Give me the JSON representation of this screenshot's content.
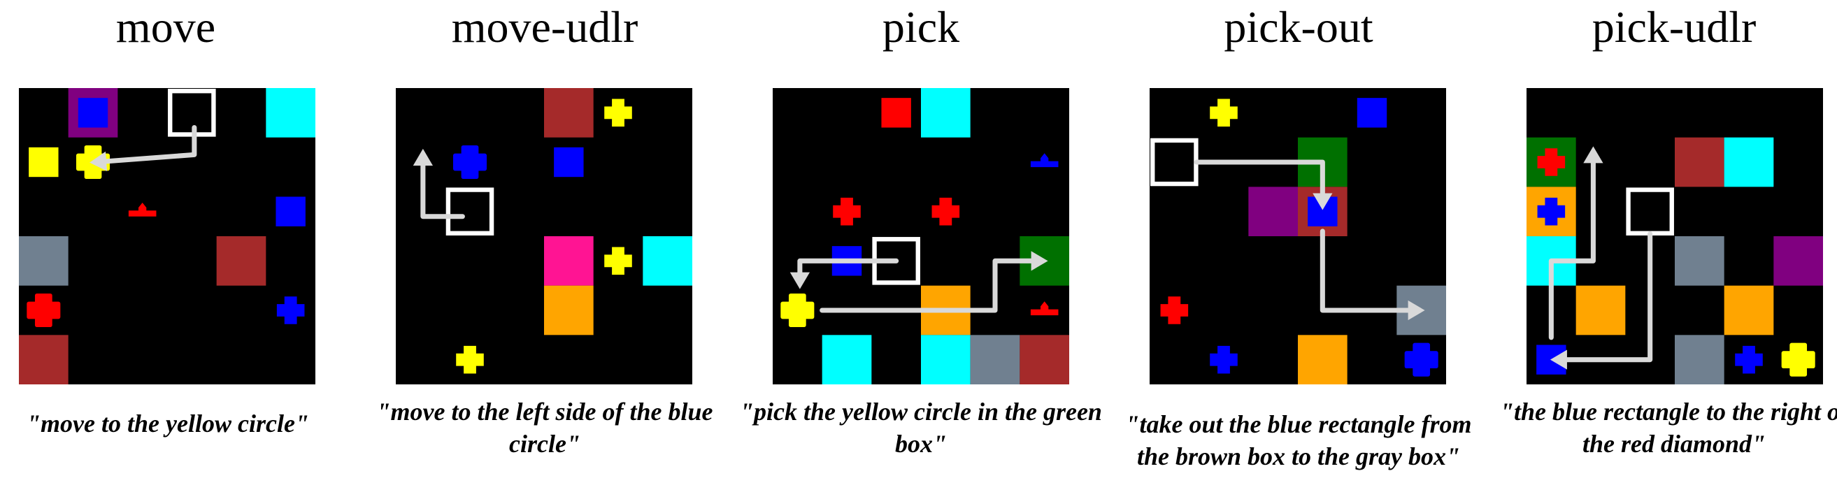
{
  "colors": {
    "background": "#000000",
    "red": "#ff0000",
    "blue": "#0000ff",
    "yellow": "#ffff00",
    "cyan": "#00ffff",
    "purple": "#800080",
    "brown": "#a52a2a",
    "gray": "#708090",
    "pink": "#ff1493",
    "orange": "#ffa500",
    "green": "#007000",
    "agent": "#ffffff",
    "path": "#d9d9d9"
  },
  "tasks": [
    {
      "title": "move",
      "caption": "\"move to the yellow circle\"",
      "cells": [
        {
          "r": 0,
          "c": 1,
          "s": "rect",
          "col": "purple"
        },
        {
          "r": 0,
          "c": 1,
          "s": "rect",
          "col": "blue",
          "size": "small"
        },
        {
          "r": 0,
          "c": 5,
          "s": "rect",
          "col": "cyan"
        },
        {
          "r": 1,
          "c": 0,
          "s": "rect",
          "col": "yellow",
          "size": "small"
        },
        {
          "r": 1,
          "c": 1,
          "s": "circle",
          "col": "yellow"
        },
        {
          "r": 2,
          "c": 2,
          "s": "triangle",
          "col": "red"
        },
        {
          "r": 2,
          "c": 5,
          "s": "rect",
          "col": "blue",
          "size": "small"
        },
        {
          "r": 3,
          "c": 0,
          "s": "rect",
          "col": "gray"
        },
        {
          "r": 3,
          "c": 4,
          "s": "rect",
          "col": "brown"
        },
        {
          "r": 4,
          "c": 0,
          "s": "circle",
          "col": "red"
        },
        {
          "r": 4,
          "c": 5,
          "s": "diamond",
          "col": "blue"
        },
        {
          "r": 5,
          "c": 0,
          "s": "rect",
          "col": "brown"
        }
      ],
      "agent": {
        "r": 0,
        "c": 3
      },
      "path": [
        [
          3.55,
          0.8
        ],
        [
          3.55,
          1.35
        ],
        [
          1.55,
          1.5
        ]
      ]
    },
    {
      "title": "move-udlr",
      "caption": "\"move to the left side of the blue circle\"",
      "cells": [
        {
          "r": 0,
          "c": 3,
          "s": "rect",
          "col": "brown"
        },
        {
          "r": 0,
          "c": 4,
          "s": "diamond",
          "col": "yellow"
        },
        {
          "r": 1,
          "c": 1,
          "s": "circle",
          "col": "blue"
        },
        {
          "r": 1,
          "c": 3,
          "s": "rect",
          "col": "blue",
          "size": "small"
        },
        {
          "r": 3,
          "c": 3,
          "s": "rect",
          "col": "pink"
        },
        {
          "r": 3,
          "c": 4,
          "s": "diamond",
          "col": "yellow"
        },
        {
          "r": 3,
          "c": 5,
          "s": "rect",
          "col": "cyan"
        },
        {
          "r": 4,
          "c": 3,
          "s": "rect",
          "col": "orange"
        },
        {
          "r": 5,
          "c": 1,
          "s": "diamond",
          "col": "yellow"
        }
      ],
      "agent": {
        "r": 2,
        "c": 1
      },
      "path": [
        [
          1.35,
          2.6
        ],
        [
          0.55,
          2.6
        ],
        [
          0.55,
          1.35
        ]
      ]
    },
    {
      "title": "pick",
      "caption": "\"pick the yellow circle in the green box\"",
      "cells": [
        {
          "r": 0,
          "c": 2,
          "s": "rect",
          "col": "red",
          "size": "small"
        },
        {
          "r": 0,
          "c": 3,
          "s": "rect",
          "col": "cyan"
        },
        {
          "r": 1,
          "c": 5,
          "s": "triangle",
          "col": "blue"
        },
        {
          "r": 2,
          "c": 1,
          "s": "diamond",
          "col": "red"
        },
        {
          "r": 2,
          "c": 3,
          "s": "diamond",
          "col": "red"
        },
        {
          "r": 3,
          "c": 1,
          "s": "rect",
          "col": "blue",
          "size": "small"
        },
        {
          "r": 3,
          "c": 5,
          "s": "rect",
          "col": "green"
        },
        {
          "r": 4,
          "c": 0,
          "s": "circle",
          "col": "yellow"
        },
        {
          "r": 4,
          "c": 3,
          "s": "rect",
          "col": "orange"
        },
        {
          "r": 4,
          "c": 5,
          "s": "triangle",
          "col": "red"
        },
        {
          "r": 5,
          "c": 1,
          "s": "rect",
          "col": "cyan"
        },
        {
          "r": 5,
          "c": 3,
          "s": "rect",
          "col": "cyan"
        },
        {
          "r": 5,
          "c": 4,
          "s": "rect",
          "col": "gray"
        },
        {
          "r": 5,
          "c": 5,
          "s": "rect",
          "col": "brown"
        }
      ],
      "agent": {
        "r": 3,
        "c": 2
      },
      "path": [
        [
          2.5,
          3.5
        ],
        [
          0.55,
          3.5
        ],
        [
          0.55,
          3.95
        ]
      ],
      "path2": [
        [
          1.0,
          4.5
        ],
        [
          4.5,
          4.5
        ],
        [
          4.5,
          3.5
        ],
        [
          5.45,
          3.5
        ]
      ]
    },
    {
      "title": "pick-out",
      "caption": "\"take out the blue rectangle from the brown box to the gray box\"",
      "cells": [
        {
          "r": 0,
          "c": 1,
          "s": "diamond",
          "col": "yellow"
        },
        {
          "r": 0,
          "c": 4,
          "s": "rect",
          "col": "blue",
          "size": "small"
        },
        {
          "r": 1,
          "c": 3,
          "s": "rect",
          "col": "green"
        },
        {
          "r": 2,
          "c": 2,
          "s": "rect",
          "col": "purple"
        },
        {
          "r": 2,
          "c": 3,
          "s": "rect",
          "col": "brown"
        },
        {
          "r": 2,
          "c": 3,
          "s": "rect",
          "col": "blue",
          "size": "small"
        },
        {
          "r": 4,
          "c": 0,
          "s": "diamond",
          "col": "red"
        },
        {
          "r": 4,
          "c": 5,
          "s": "rect",
          "col": "gray"
        },
        {
          "r": 5,
          "c": 1,
          "s": "diamond",
          "col": "blue"
        },
        {
          "r": 5,
          "c": 3,
          "s": "rect",
          "col": "orange"
        },
        {
          "r": 5,
          "c": 5,
          "s": "circle",
          "col": "blue"
        }
      ],
      "agent": {
        "r": 1,
        "c": 0
      },
      "path": [
        [
          0.95,
          1.5
        ],
        [
          3.5,
          1.5
        ],
        [
          3.5,
          2.35
        ]
      ],
      "path2": [
        [
          3.5,
          2.9
        ],
        [
          3.5,
          4.5
        ],
        [
          5.45,
          4.5
        ]
      ]
    },
    {
      "title": "pick-udlr",
      "caption": "\"the blue rectangle to the right of the red diamond\"",
      "cells": [
        {
          "r": 1,
          "c": 0,
          "s": "rect",
          "col": "green"
        },
        {
          "r": 1,
          "c": 0,
          "s": "diamond",
          "col": "red"
        },
        {
          "r": 1,
          "c": 3,
          "s": "rect",
          "col": "brown"
        },
        {
          "r": 1,
          "c": 4,
          "s": "rect",
          "col": "cyan"
        },
        {
          "r": 2,
          "c": 0,
          "s": "rect",
          "col": "orange"
        },
        {
          "r": 2,
          "c": 0,
          "s": "diamond",
          "col": "blue"
        },
        {
          "r": 3,
          "c": 0,
          "s": "rect",
          "col": "cyan"
        },
        {
          "r": 3,
          "c": 3,
          "s": "rect",
          "col": "gray"
        },
        {
          "r": 3,
          "c": 5,
          "s": "rect",
          "col": "purple"
        },
        {
          "r": 4,
          "c": 1,
          "s": "rect",
          "col": "orange"
        },
        {
          "r": 4,
          "c": 4,
          "s": "rect",
          "col": "orange"
        },
        {
          "r": 5,
          "c": 0,
          "s": "rect",
          "col": "blue",
          "size": "small"
        },
        {
          "r": 5,
          "c": 3,
          "s": "rect",
          "col": "gray"
        },
        {
          "r": 5,
          "c": 4,
          "s": "diamond",
          "col": "blue"
        },
        {
          "r": 5,
          "c": 5,
          "s": "circle",
          "col": "yellow"
        }
      ],
      "agent": {
        "r": 2,
        "c": 2
      },
      "path": [
        [
          2.5,
          2.95
        ],
        [
          2.5,
          5.5
        ],
        [
          0.6,
          5.5
        ]
      ],
      "path2": [
        [
          0.5,
          5.05
        ],
        [
          0.5,
          3.5
        ],
        [
          1.35,
          3.5
        ],
        [
          1.35,
          1.3
        ]
      ]
    }
  ]
}
